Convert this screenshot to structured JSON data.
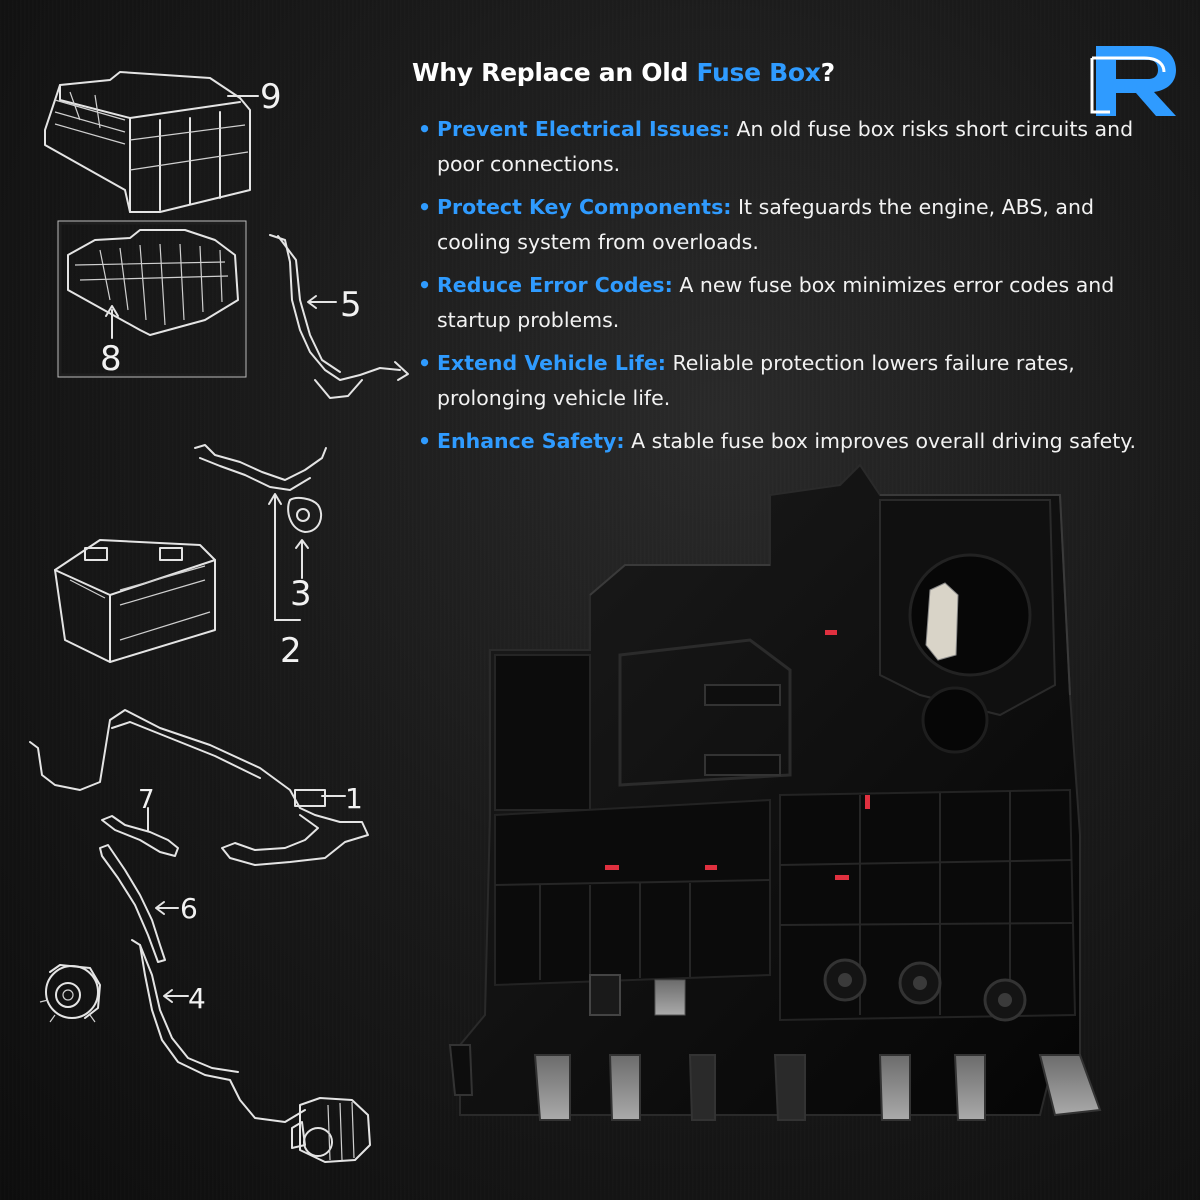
{
  "brand": {
    "logo_letter": "R",
    "accent_color": "#2f9bff"
  },
  "headline": {
    "prefix": "Why Replace an Old ",
    "highlight": "Fuse Box",
    "suffix": "?"
  },
  "benefits": [
    {
      "term": "Prevent Electrical Issues:",
      "text": " An old fuse box risks short circuits and poor connections."
    },
    {
      "term": "Protect Key Components:",
      "text": " It safeguards the engine, ABS, and cooling system from overloads."
    },
    {
      "term": "Reduce Error Codes:",
      "text": " A new fuse box minimizes error codes and startup problems."
    },
    {
      "term": "Extend Vehicle Life:",
      "text": " Reliable protection lowers failure rates, prolonging vehicle life."
    },
    {
      "term": "Enhance Safety:",
      "text": " A stable fuse box improves overall driving safety."
    }
  ],
  "bullet_glyph": "•",
  "diagram_callouts": [
    "1",
    "2",
    "3",
    "4",
    "5",
    "6",
    "7",
    "8",
    "9"
  ]
}
